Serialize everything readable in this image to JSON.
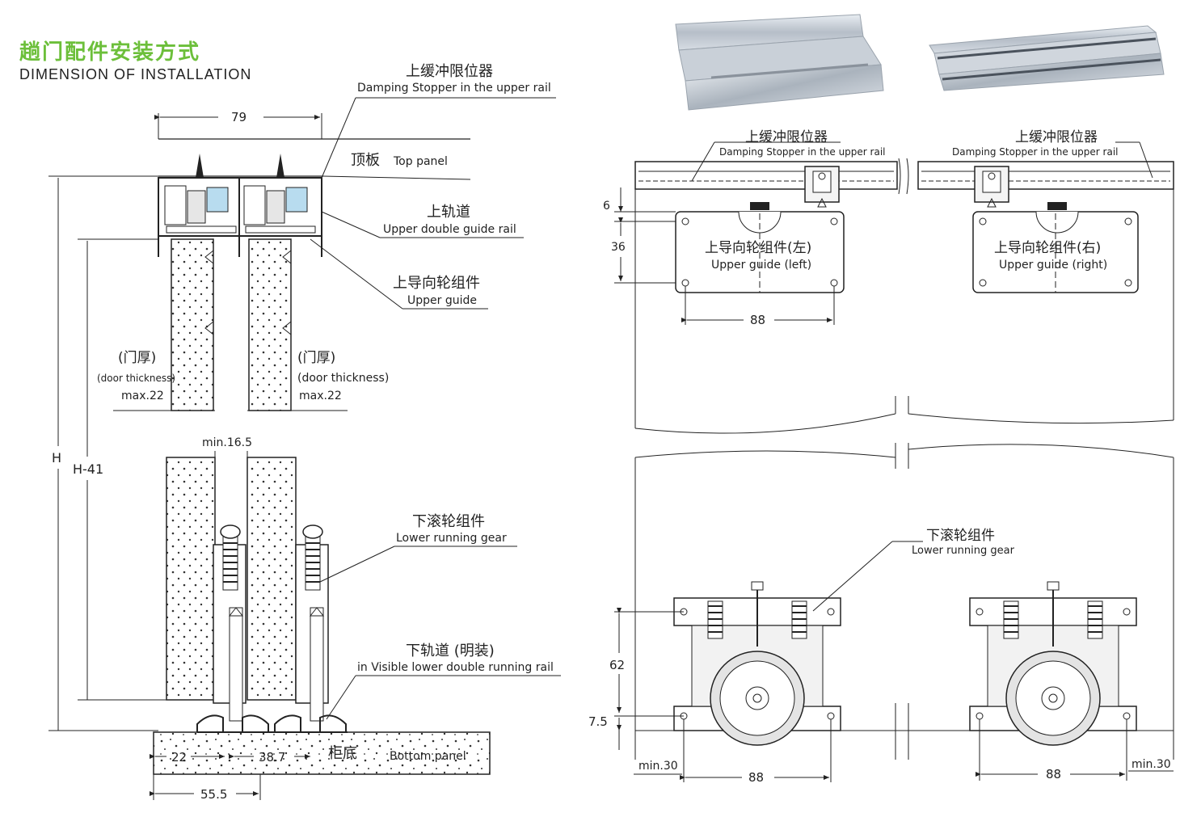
{
  "header": {
    "title_cn": "趟门配件安装方式",
    "title_en": "DIMENSION OF INSTALLATION"
  },
  "left": {
    "damping_cn": "上缓冲限位器",
    "damping_en": "Damping Stopper in the upper rail",
    "top_panel_cn": "顶板",
    "top_panel_en": "Top panel",
    "upper_rail_cn": "上轨道",
    "upper_rail_en": "Upper double guide rail",
    "upper_guide_cn": "上导向轮组件",
    "upper_guide_en": "Upper guide",
    "door_thick_cn_l": "(门厚)",
    "door_thick_en_l": "(door thickness)",
    "door_max_l": "max.22",
    "door_thick_cn_r": "(门厚)",
    "door_thick_en_r": "(door thickness)",
    "door_max_r": "max.22",
    "dim_79": "79",
    "dim_min165": "min.16.5",
    "dim_H": "H",
    "dim_H41": "H-41",
    "lower_gear_cn": "下滚轮组件",
    "lower_gear_en": "Lower running gear",
    "lower_rail_cn": "下轨道 (明装)",
    "lower_rail_en": "in Visible lower double running rail",
    "dim_22": "22",
    "dim_387": "38.7",
    "bottom_cn": "柜底",
    "bottom_en": "Bottom panel",
    "dim_555": "55.5"
  },
  "right": {
    "damping_cn_l": "上缓冲限位器",
    "damping_en_l": "Damping Stopper in the upper rail",
    "damping_cn_r": "上缓冲限位器",
    "damping_en_r": "Damping Stopper in the upper rail",
    "dim_6": "6",
    "dim_36": "36",
    "guide_left_cn": "上导向轮组件(左)",
    "guide_left_en": "Upper guide (left)",
    "guide_right_cn": "上导向轮组件(右)",
    "guide_right_en": "Upper guide (right)",
    "dim_88_top": "88",
    "lower_gear_cn": "下滚轮组件",
    "lower_gear_en": "Lower running gear",
    "dim_62": "62",
    "dim_75": "7.5",
    "dim_min30_l": "min.30",
    "dim_88_bl": "88",
    "dim_88_br": "88",
    "dim_min30_r": "min.30"
  }
}
